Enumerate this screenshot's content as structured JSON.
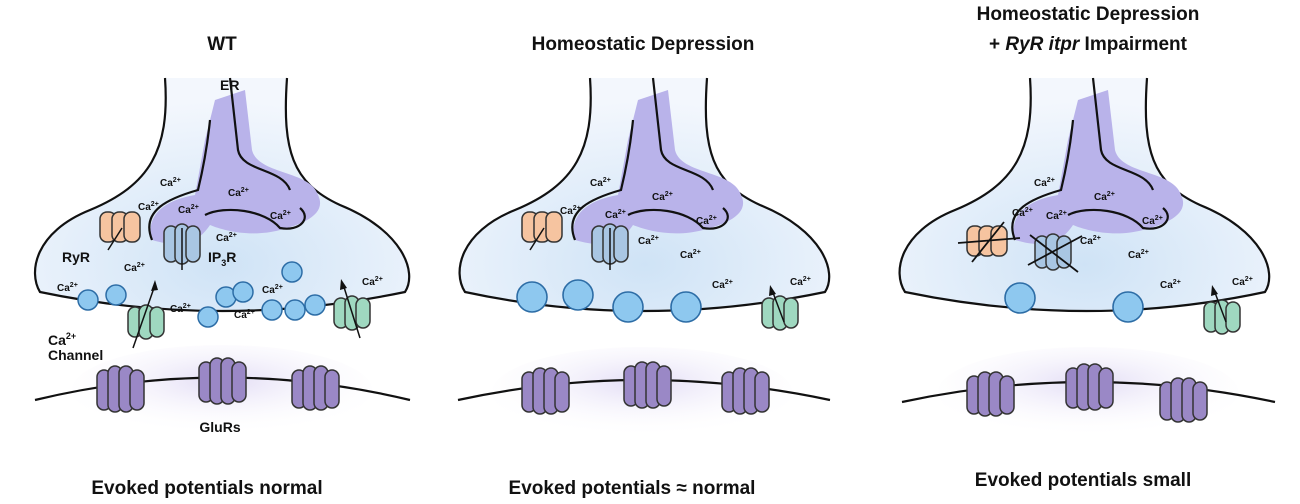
{
  "panels": [
    {
      "title_lines": [
        "WT"
      ],
      "caption": "Evoked potentials normal",
      "labels": {
        "er": "ER",
        "ryr": "RyR",
        "ip3r": "IP",
        "ip3r_sub": "3",
        "ip3r_end": "R",
        "channel_ca": "Ca",
        "channel_sup": "2+",
        "channel": "Channel",
        "glurs": "GluRs"
      }
    },
    {
      "title_lines": [
        "Homeostatic Depression"
      ],
      "caption": "Evoked potentials ≈ normal"
    },
    {
      "title_lines": [
        "Homeostatic Depression"
      ],
      "title_line2": {
        "prefix": "+ ",
        "italic": "RyR itpr",
        "suffix": " Impairment"
      },
      "caption": "Evoked potentials small"
    }
  ],
  "ion": {
    "base": "Ca",
    "sup": "2+"
  },
  "colors": {
    "ryr": "#f6c4a0",
    "ip3r": "#a9c6e3",
    "ca_channel": "#9fd8c0",
    "glur": "#9a88c6",
    "vesicle": "#8ec8ef",
    "er": "#b9b3ea",
    "terminal": "#d6e6f7"
  }
}
